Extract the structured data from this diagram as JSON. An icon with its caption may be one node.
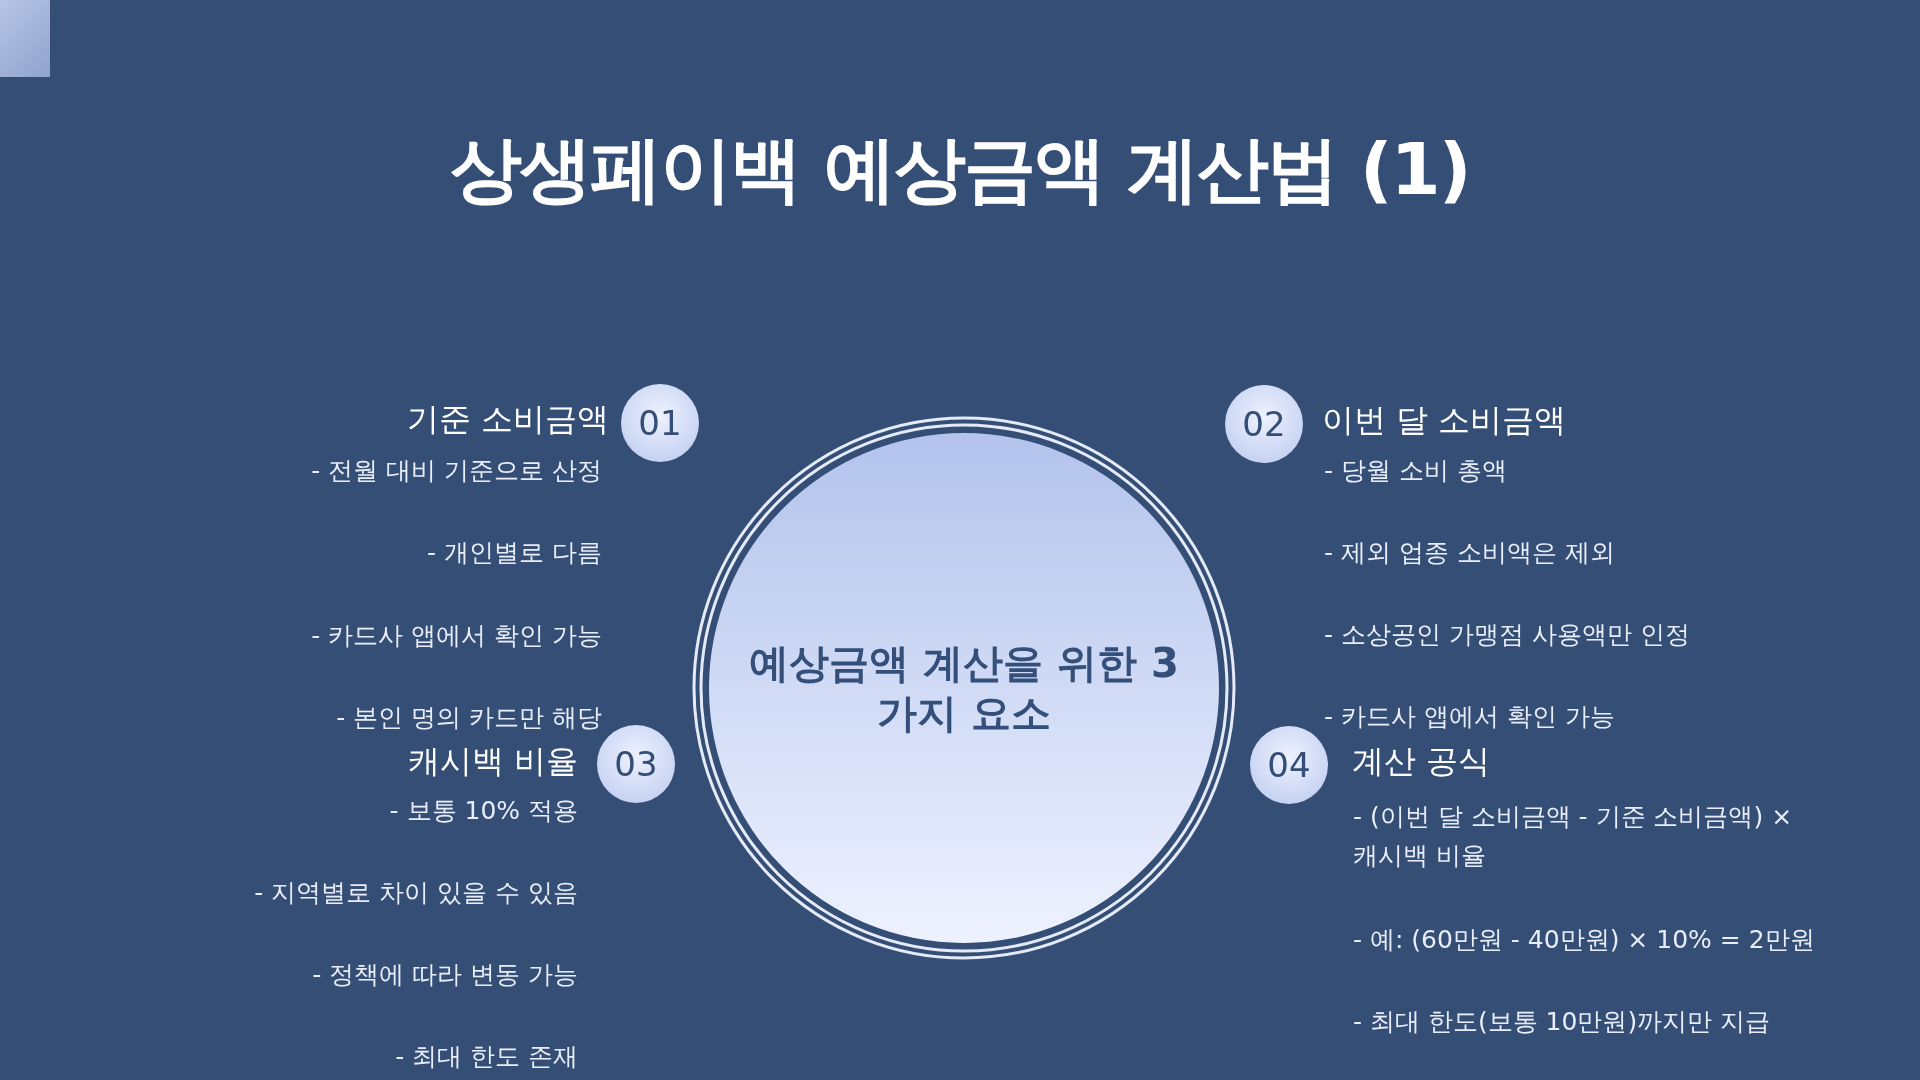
{
  "diagram": {
    "title": "상생페이백 예상금액 계산법 (1)",
    "nodes": [
      {
        "text": [
          "예상금액 계산을 위한 3 가지 요소"
        ]
      },
      {
        "text": [
          "01"
        ],
        "beside": [
          "기준 소비금액"
        ]
      },
      {
        "text": [
          "02"
        ],
        "beside": [
          "이번 달 소비금액"
        ]
      },
      {
        "text": [
          "03"
        ],
        "beside": [
          "캐시백 비율"
        ]
      },
      {
        "text": [
          "04"
        ],
        "beside": [
          "계산 공식"
        ]
      }
    ],
    "edges": [],
    "labels": [
      "- 전월 대비 기준으로 산정",
      "- 개인별로 다름",
      "- 카드사 앱에서 확인 가능",
      "- 본인 명의 카드만 해당",
      "- 당월 소비 총액",
      "- 제외 업종 소비액은 제외",
      "- 소상공인 가맹점 사용액만 인정",
      "- 카드사 앱에서 확인 가능",
      "- 보통 10% 적용",
      "- 지역별로 차이 있을 수 있음",
      "- 정책에 따라 변동 가능",
      "- 최대 한도 존재",
      "- (이번 달 소비금액 - 기준 소비금액) × 캐시백 비율",
      "- 예: (60만원 - 40만원) × 10% = 2만원",
      "- 최대 한도(보통 10만원)까지만 지급"
    ]
  }
}
